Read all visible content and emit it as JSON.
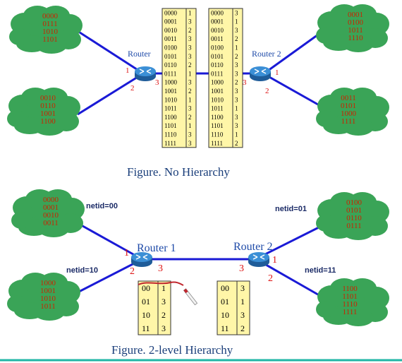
{
  "colors": {
    "cloud_fill": "#3aa457",
    "cloud_text": "#cc2200",
    "link": "#1a1ad6",
    "router_fill": "#2f7fc8",
    "table_fill": "#fff6a8",
    "port_label": "#dd1111",
    "router_label": "#1e4aa8",
    "caption": "#1a3e7a",
    "bottom_rule": "#20b6a6"
  },
  "figure1": {
    "caption": "Figure. No Hierarchy",
    "router1_label": "Router",
    "router2_label": "Router 2",
    "router1_ports": [
      "1",
      "2",
      "3"
    ],
    "router2_ports": [
      "1",
      "2",
      "3"
    ],
    "clouds": [
      {
        "lines": [
          "0000",
          "0111",
          "1010",
          "1101"
        ]
      },
      {
        "lines": [
          "0010",
          "0110",
          "1001",
          "1100"
        ]
      },
      {
        "lines": [
          "0001",
          "0100",
          "1011",
          "1110"
        ]
      },
      {
        "lines": [
          "0011",
          "0101",
          "1000",
          "1111"
        ]
      }
    ],
    "table1": [
      [
        "0000",
        "1"
      ],
      [
        "0001",
        "3"
      ],
      [
        "0010",
        "2"
      ],
      [
        "0011",
        "3"
      ],
      [
        "0100",
        "3"
      ],
      [
        "0101",
        "3"
      ],
      [
        "0110",
        "2"
      ],
      [
        "0111",
        "1"
      ],
      [
        "1000",
        "3"
      ],
      [
        "1001",
        "2"
      ],
      [
        "1010",
        "1"
      ],
      [
        "1011",
        "3"
      ],
      [
        "1100",
        "2"
      ],
      [
        "1101",
        "1"
      ],
      [
        "1110",
        "3"
      ],
      [
        "1111",
        "3"
      ]
    ],
    "table2": [
      [
        "0000",
        "3"
      ],
      [
        "0001",
        "1"
      ],
      [
        "0010",
        "3"
      ],
      [
        "0011",
        "2"
      ],
      [
        "0100",
        "1"
      ],
      [
        "0101",
        "2"
      ],
      [
        "0110",
        "3"
      ],
      [
        "0111",
        "3"
      ],
      [
        "1000",
        "2"
      ],
      [
        "1001",
        "3"
      ],
      [
        "1010",
        "3"
      ],
      [
        "1011",
        "1"
      ],
      [
        "1100",
        "3"
      ],
      [
        "1101",
        "3"
      ],
      [
        "1110",
        "1"
      ],
      [
        "1111",
        "2"
      ]
    ]
  },
  "figure2": {
    "caption": "Figure. 2-level Hierarchy",
    "router1_label": "Router 1",
    "router2_label": "Router 2",
    "router1_ports": [
      "1",
      "2",
      "3"
    ],
    "router2_ports": [
      "1",
      "2",
      "3"
    ],
    "netids": [
      "netid=00",
      "netid=01",
      "netid=10",
      "netid=11"
    ],
    "clouds": [
      {
        "lines": [
          "0000",
          "0001",
          "0010",
          "0011"
        ]
      },
      {
        "lines": [
          "1000",
          "1001",
          "1010",
          "1011"
        ]
      },
      {
        "lines": [
          "0100",
          "0101",
          "0110",
          "0111"
        ]
      },
      {
        "lines": [
          "1100",
          "1101",
          "1110",
          "1111"
        ]
      }
    ],
    "table1": [
      [
        "00",
        "1"
      ],
      [
        "01",
        "3"
      ],
      [
        "10",
        "2"
      ],
      [
        "11",
        "3"
      ]
    ],
    "table2": [
      [
        "00",
        "3"
      ],
      [
        "01",
        "1"
      ],
      [
        "10",
        "3"
      ],
      [
        "11",
        "2"
      ]
    ]
  }
}
